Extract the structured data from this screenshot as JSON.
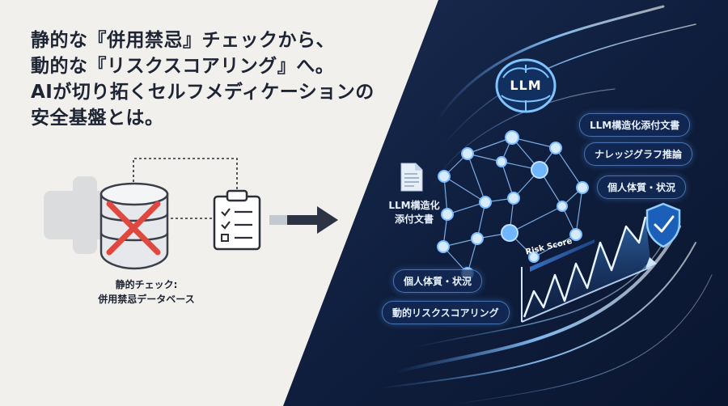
{
  "headline": {
    "line1": "静的な『併用禁忌』チェックから、",
    "line2": "動的な『リスクスコアリング』へ。",
    "line3": "AIが切り拓くセルフメディケーションの",
    "line4": "安全基盤とは。"
  },
  "static_side": {
    "caption_line1": "静的チェック:",
    "caption_line2": "併用禁忌データベース",
    "icons": [
      "medical-cross-icon",
      "database-icon",
      "red-x-icon",
      "checklist-clipboard-icon",
      "arrow-right-icon"
    ]
  },
  "dynamic_side": {
    "llm_badge": "LLM",
    "doc_label_line1": "LLM構造化",
    "doc_label_line2": "添付文書",
    "tags": {
      "llm_docs": "LLM構造化添付文書",
      "knowledge_graph": "ナレッジグラフ推論",
      "individual_top": "個人体質・状況",
      "individual_bottom": "個人体質・状況",
      "dynamic_scoring": "動的リスクスコアリング"
    },
    "risk_score_label": "Risk Score",
    "icons": [
      "brain-icon",
      "document-icon",
      "shield-check-icon"
    ]
  },
  "colors": {
    "left_bg": "#f1f0ed",
    "right_bg_dark": "#0f1e3d",
    "glow_blue": "#5aa8ff",
    "cross_red": "#e0473e",
    "text_dark": "#1d2433"
  }
}
